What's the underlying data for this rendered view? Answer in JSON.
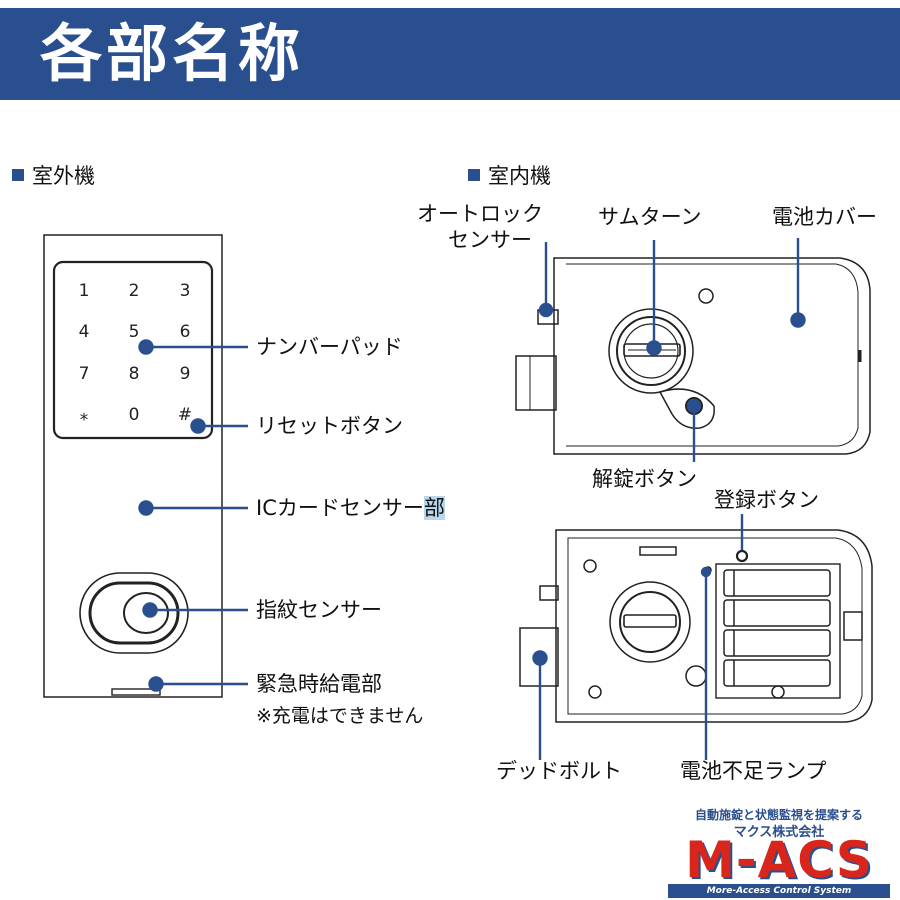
{
  "header": {
    "title": "各部名称"
  },
  "outdoor": {
    "section_label": "室外機",
    "keypad_keys": [
      "1",
      "2",
      "3",
      "4",
      "5",
      "6",
      "7",
      "8",
      "9",
      "⁎",
      "0",
      "#"
    ],
    "labels": {
      "number_pad": "ナンバーパッド",
      "reset_button": "リセットボタン",
      "ic_card_sensor_a": "ICカードセンサー",
      "ic_card_sensor_b": "部",
      "fingerprint_sensor": "指紋センサー",
      "emergency_power": "緊急時給電部",
      "emergency_note": "※充電はできません"
    }
  },
  "indoor": {
    "section_label": "室内機",
    "labels": {
      "auto_lock_sensor_line1": "オートロック",
      "auto_lock_sensor_line2": "センサー",
      "thumb_turn": "サムターン",
      "battery_cover": "電池カバー",
      "unlock_button": "解錠ボタン",
      "register_button": "登録ボタン",
      "deadbolt": "デッドボルト",
      "low_battery_lamp": "電池不足ランプ"
    }
  },
  "logo": {
    "tagline": "自動施錠と状態監視を提案する",
    "company": "マクス株式会社",
    "mark": "M-ACS",
    "subtitle": "More-Access Control System"
  },
  "colors": {
    "header": "#2a4f8e",
    "accent": "#2a4f8e",
    "logo_red": "#d8261c"
  }
}
